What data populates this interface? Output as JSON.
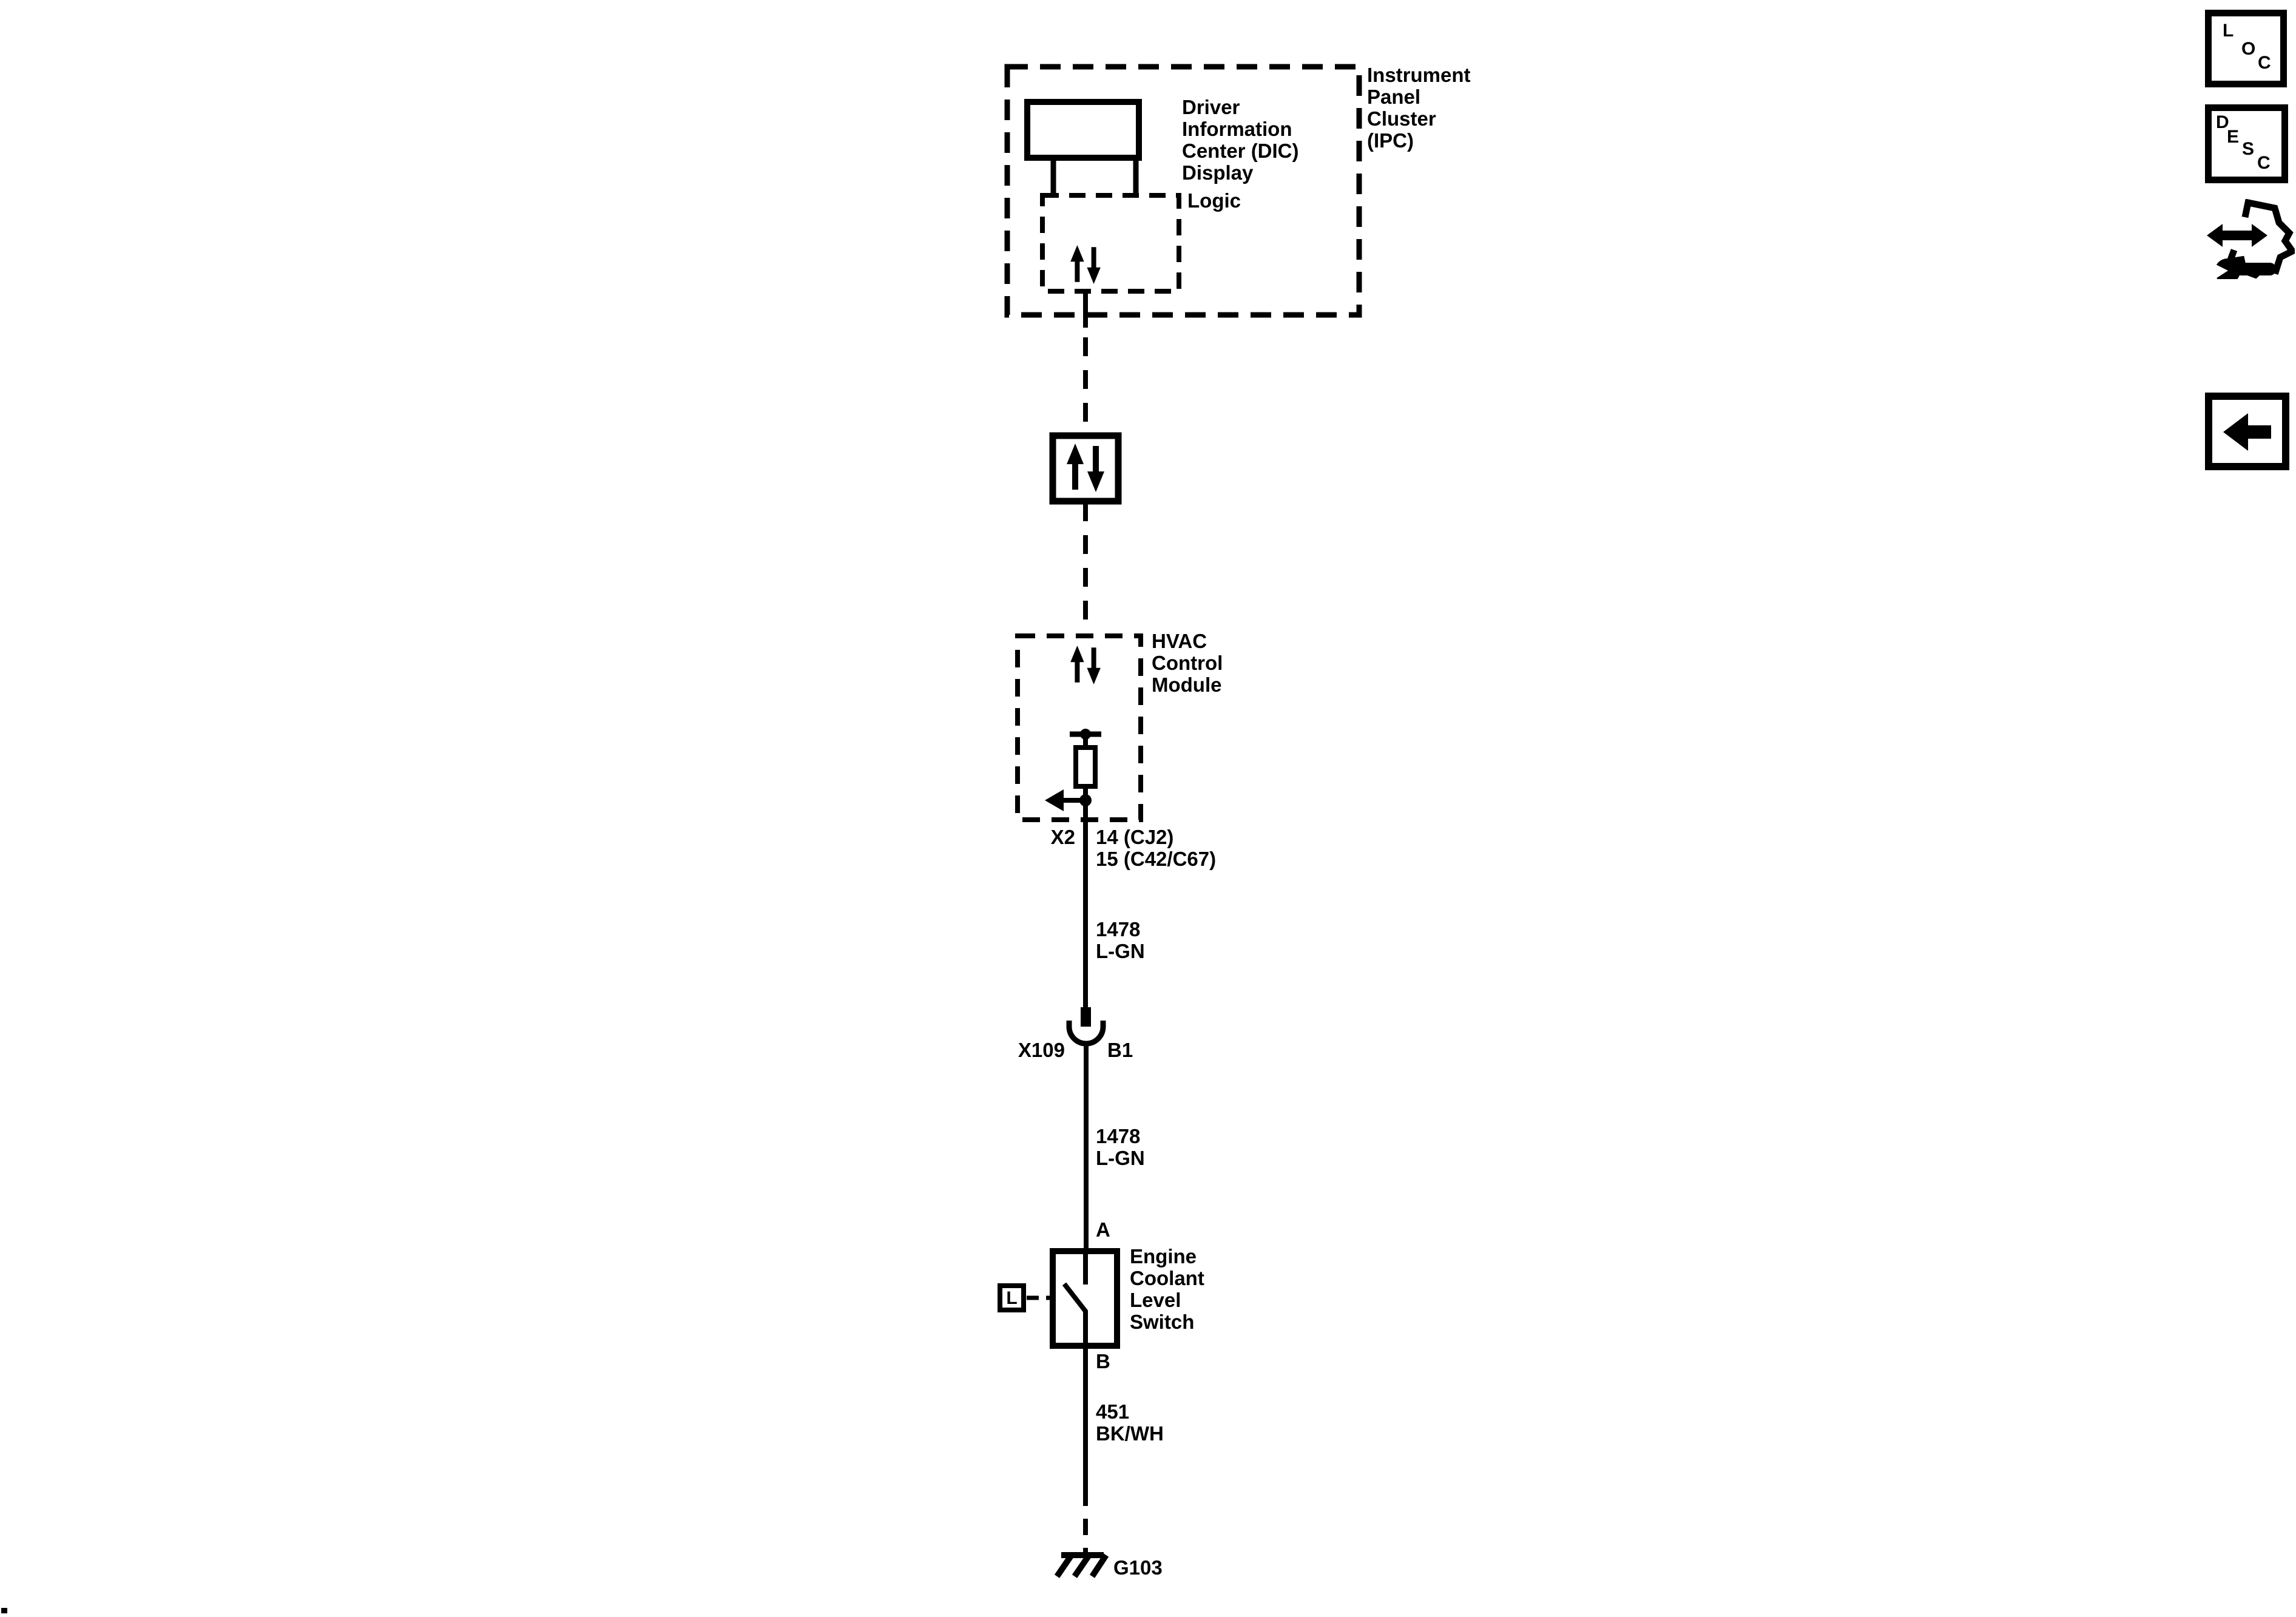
{
  "colors": {
    "ink": "#000000",
    "background": "#ffffff"
  },
  "diagram": {
    "ipc_label": [
      "Instrument",
      "Panel",
      "Cluster",
      "(IPC)"
    ],
    "dic_label": [
      "Driver",
      "Information",
      "Center (DIC)",
      "Display"
    ],
    "logic_label": "Logic",
    "hvac_label": [
      "HVAC",
      "Control",
      "Module"
    ],
    "x2": {
      "connector": "X2",
      "pin_rows": [
        "14 (CJ2)",
        "15 (C42/C67)"
      ]
    },
    "wire_top": {
      "circuit": "1478",
      "color_code": "L-GN"
    },
    "x109": {
      "connector": "X109",
      "pin": "B1"
    },
    "wire_mid": {
      "circuit": "1478",
      "color_code": "L-GN"
    },
    "switch": {
      "pin_a": "A",
      "pin_b": "B",
      "label": [
        "Engine",
        "Coolant",
        "Level",
        "Switch"
      ],
      "actuator_letter": "L"
    },
    "wire_bottom": {
      "circuit": "451",
      "color_code": "BK/WH"
    },
    "ground_label": "G103"
  },
  "toolbar": {
    "loc_letters": [
      "L",
      "O",
      "C"
    ],
    "desc_letters": [
      "D",
      "E",
      "S",
      "C"
    ]
  }
}
